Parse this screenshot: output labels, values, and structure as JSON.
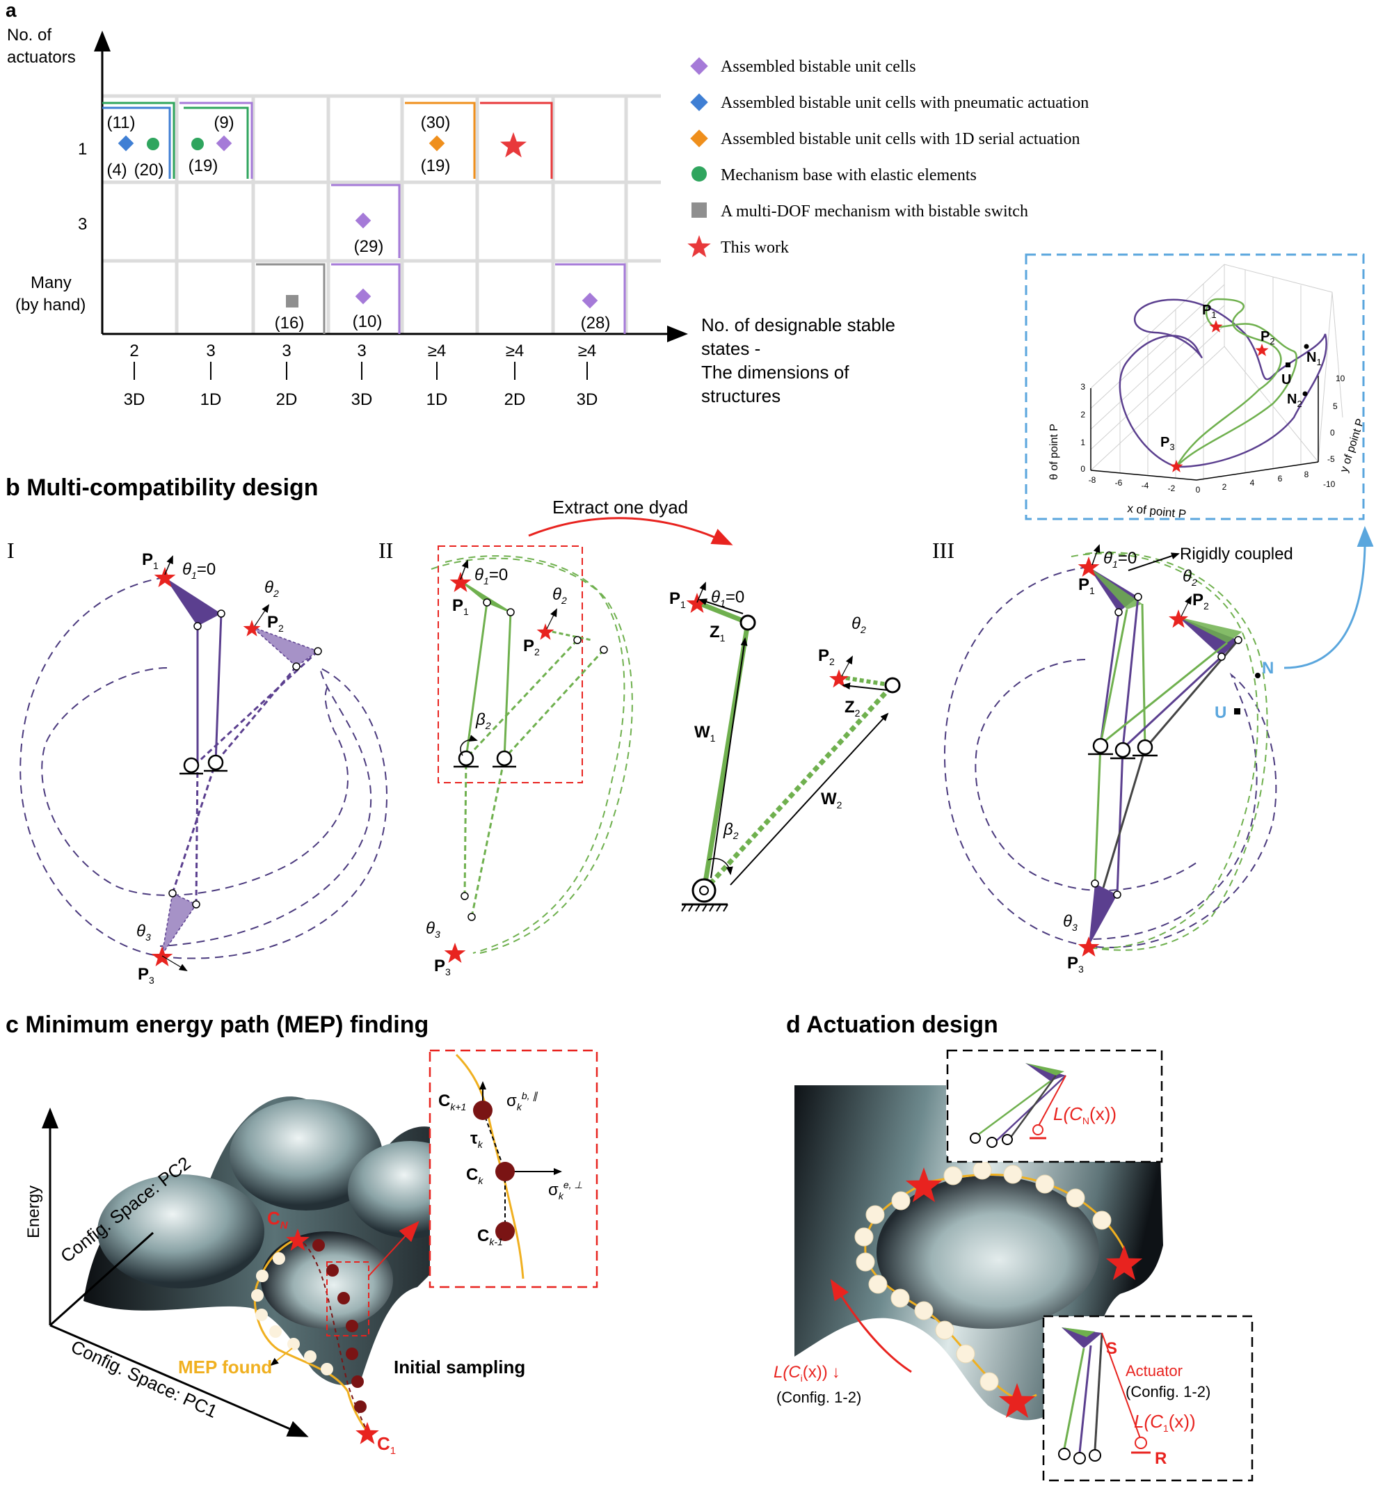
{
  "panel_a": {
    "letter": "a",
    "y_axis_title": [
      "No. of",
      "actuators"
    ],
    "y_ticks": [
      "1",
      "3"
    ],
    "y_tick_many": [
      "Many",
      "(by hand)"
    ],
    "x_axis_title": [
      "No. of designable stable",
      "states -",
      "The dimensions of",
      "structures"
    ],
    "x_ticks": [
      {
        "top": "2",
        "bottom": "3D"
      },
      {
        "top": "3",
        "bottom": "1D"
      },
      {
        "top": "3",
        "bottom": "2D"
      },
      {
        "top": "3",
        "bottom": "3D"
      },
      {
        "top": "≥4",
        "bottom": "1D"
      },
      {
        "top": "≥4",
        "bottom": "2D"
      },
      {
        "top": "≥4",
        "bottom": "3D"
      }
    ],
    "refs": {
      "r11": "(11)",
      "r4": "(4)",
      "r20": "(20)",
      "r9": "(9)",
      "r19a": "(19)",
      "r30": "(30)",
      "r19b": "(19)",
      "r29": "(29)",
      "r16": "(16)",
      "r10": "(10)",
      "r28": "(28)"
    },
    "legend": [
      {
        "label": "Assembled bistable unit cells",
        "color": "#a57ad8",
        "marker": "diamond"
      },
      {
        "label": "Assembled bistable unit cells with pneumatic actuation",
        "color": "#3f7fd4",
        "marker": "diamond"
      },
      {
        "label": "Assembled bistable unit cells with 1D serial actuation",
        "color": "#ef8f1c",
        "marker": "diamond"
      },
      {
        "label": "Mechanism base with elastic elements",
        "color": "#2fa55e",
        "marker": "circle"
      },
      {
        "label": "A multi-DOF mechanism with bistable switch",
        "color": "#8f8f8f",
        "marker": "square"
      },
      {
        "label": "This work",
        "color": "#e8393b",
        "marker": "star"
      }
    ],
    "inset_3d": {
      "zlabel": "θ of point P",
      "xlabel": "x of point P",
      "ylabel": "y of point P",
      "z_ticks": [
        "3",
        "2",
        "1",
        "0"
      ],
      "x_ticks": [
        "-8",
        "-6",
        "-4",
        "-2",
        "0",
        "2",
        "4",
        "6",
        "8"
      ],
      "y_ticks": [
        "10",
        "5",
        "0",
        "-5",
        "-10"
      ],
      "points": {
        "p1": "P",
        "p1s": "1",
        "p2": "P",
        "p2s": "2",
        "p3": "P",
        "p3s": "3",
        "n1": "N",
        "n1s": "1",
        "n2": "N",
        "n2s": "2",
        "u": "U"
      }
    }
  },
  "panel_b": {
    "title": "b Multi-compatibility design",
    "roman": [
      "I",
      "II",
      "III"
    ],
    "extract": "Extract one dyad",
    "rigid": "Rigidly coupled",
    "labels": {
      "P": "P",
      "s1": "1",
      "s2": "2",
      "s3": "3",
      "theta": "θ",
      "eq0": "=0",
      "beta": "β",
      "Z": "Z",
      "W": "W",
      "N": "N",
      "U": "U"
    }
  },
  "panel_c": {
    "title": "c Minimum energy path (MEP) finding",
    "energy": "Energy",
    "pc2": "Config. Space: PC2",
    "pc1": "Config. Space: PC1",
    "mep": "MEP found",
    "initial": "Initial sampling",
    "cN": "C",
    "cNs": "N",
    "c1": "C",
    "c1s": "1",
    "inset": {
      "ck1": "C",
      "ck1s": "k+1",
      "ck": "C",
      "cks": "k",
      "ckm": "C",
      "ckms": "k-1",
      "tau": "τ",
      "taus": "k",
      "sig_par": "σ",
      "sig_par_sub": "k",
      "sig_par_sup": "b, ∥",
      "sig_perp": "σ",
      "sig_perp_sub": "k",
      "sig_perp_sup": "e, ⊥"
    }
  },
  "panel_d": {
    "title": "d Actuation design",
    "lcn": "L(C",
    "lcn_sub": "N",
    "lcn_end": "(x))",
    "lci": "L(C",
    "lci_sub": "i",
    "lci_end": "(x))",
    "config1": "(Config. 1-2)",
    "actuator": "Actuator",
    "config2": "(Config. 1-2)",
    "lc1": "L(C",
    "lc1_sub": "1",
    "lc1_end": "(x))",
    "S": "S",
    "R": "R"
  },
  "colors": {
    "purple": "#5b3f8f",
    "green": "#6fb04e",
    "red": "#e8231f",
    "blue_accent": "#5aa6dd",
    "mep_orange": "#f0b020",
    "dark_bead": "#7a1414",
    "light_bead": "#fbf1dc"
  }
}
